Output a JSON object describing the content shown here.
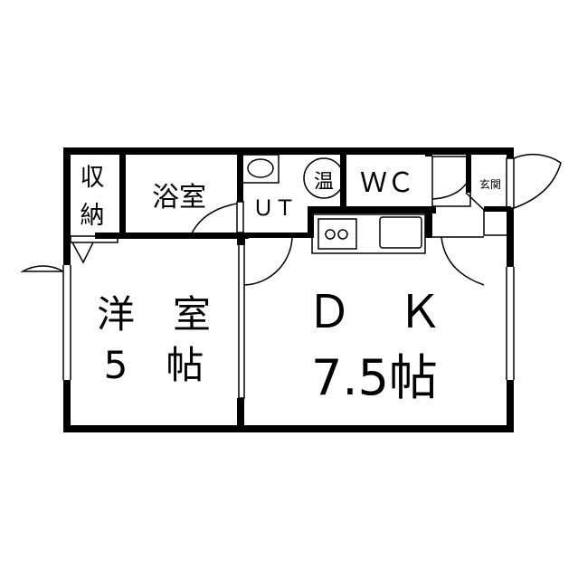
{
  "rooms": {
    "storage": "収納",
    "bath": "浴室",
    "utility": "ＵＴ",
    "water_heater": "温",
    "toilet": "ＷＣ",
    "entrance": "玄関",
    "western_room": {
      "name": "洋　室",
      "size": "5　帖"
    },
    "dining_kitchen": {
      "name": "Ｄ　Ｋ",
      "size": "7.5帖"
    }
  },
  "colors": {
    "wall": "#000000",
    "background": "#ffffff"
  }
}
